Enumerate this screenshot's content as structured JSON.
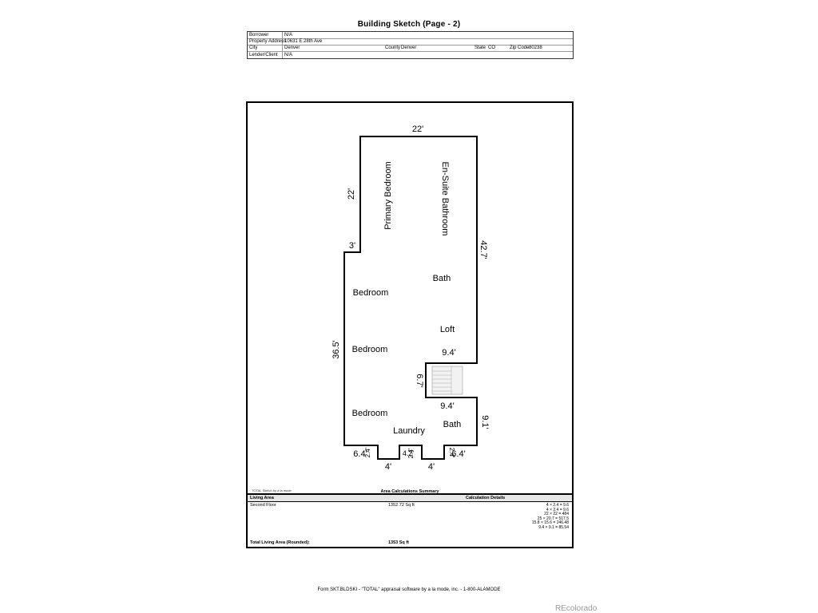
{
  "header": {
    "title": "Building Sketch (Page - 2)"
  },
  "info": {
    "borrower_label": "Borrower",
    "borrower": "N/A",
    "address_label": "Property Address",
    "address": "10631 E 28th Ave",
    "city_label": "City",
    "city": "Denver",
    "county_label": "County",
    "county": "Denver",
    "state_label": "State",
    "state": "CO",
    "zip_label": "Zip Code",
    "zip": "80238",
    "lender_label": "Lender/Client",
    "lender": "N/A"
  },
  "plan": {
    "rooms": {
      "primary_bedroom": "Primary Bedroom",
      "ensuite": "En-Suite Bathroom",
      "bath1": "Bath",
      "bedroom1": "Bedroom",
      "loft": "Loft",
      "bedroom2": "Bedroom",
      "bedroom3": "Bedroom",
      "bath2": "Bath",
      "laundry": "Laundry"
    },
    "dims": {
      "top": "22'",
      "left_upper": "22'",
      "step": "3'",
      "right_upper": "42.7'",
      "left_lower": "36.5'",
      "stair_top": "9.4'",
      "stair_side": "6.7'",
      "stair_bottom": "9.4'",
      "right_lower": "9.1'",
      "bottom_left": "6.4'",
      "bottom_right": "6.4'",
      "bay_left_w": "4'",
      "bay_right_w": "4'",
      "bay_left_d": "2.4'",
      "bay_mid_l": "4.2'",
      "bay_mid_d": "2.4'",
      "bay_right_d": "2.4'"
    }
  },
  "sketch_credit": "TOTAL Sketch by a la mode",
  "summary": {
    "title": "Area Calculations Summary",
    "col_area": "Living Area",
    "col_details": "Calculation Details",
    "floor_label": "Second Floor",
    "floor_value": "1352.72 Sq ft",
    "calcs": [
      "4 × 2.4   =   9.6",
      "4 × 2.4   =   9.6",
      "22 × 22   =   484",
      "25 × 20.7   =   517.5",
      "15.8 × 15.6 =  246.48",
      "9.4 × 9.1   =   85.54"
    ],
    "total_label": "Total Living Area (Rounded):",
    "total_value": "1353 Sq ft"
  },
  "footer": {
    "text": "Form SKT.BLDSKI - \"TOTAL\" appraisal software by a la mode, inc. - 1-800-ALAMODE"
  },
  "watermark": "REcolorado"
}
